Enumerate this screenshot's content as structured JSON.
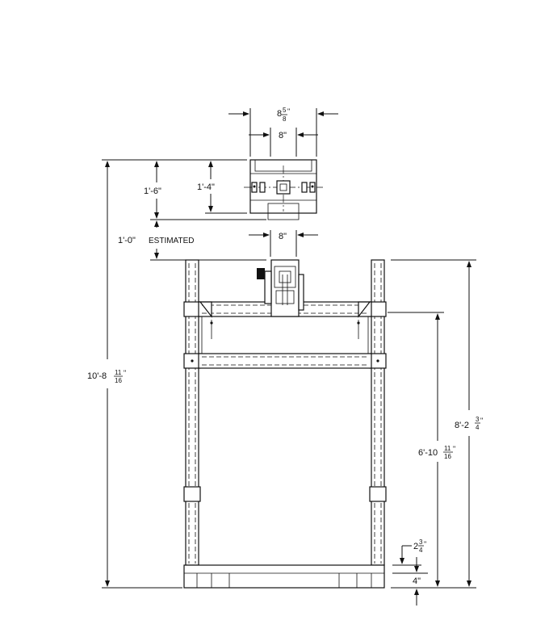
{
  "dimensions": {
    "top_overall_width": {
      "whole": "8",
      "num": "5",
      "den": "8",
      "unit": "\""
    },
    "top_inner_width": "8\"",
    "top_height_outer": "1'-6\"",
    "top_height_inner": "1'-4\"",
    "bottom_width": "8\"",
    "offset_estimated": "1'-0\"",
    "estimated_label": "ESTIMATED",
    "overall_height": {
      "whole": "10'-8",
      "num": "11",
      "den": "16",
      "unit": "\""
    },
    "right_height": {
      "whole": "8'-2",
      "num": "3",
      "den": "4",
      "unit": "\""
    },
    "opening_height": {
      "whole": "6'-10",
      "num": "11",
      "den": "16",
      "unit": "\""
    },
    "base_small": {
      "whole": "2",
      "num": "3",
      "den": "4",
      "unit": "\""
    },
    "base_height": "4\""
  }
}
